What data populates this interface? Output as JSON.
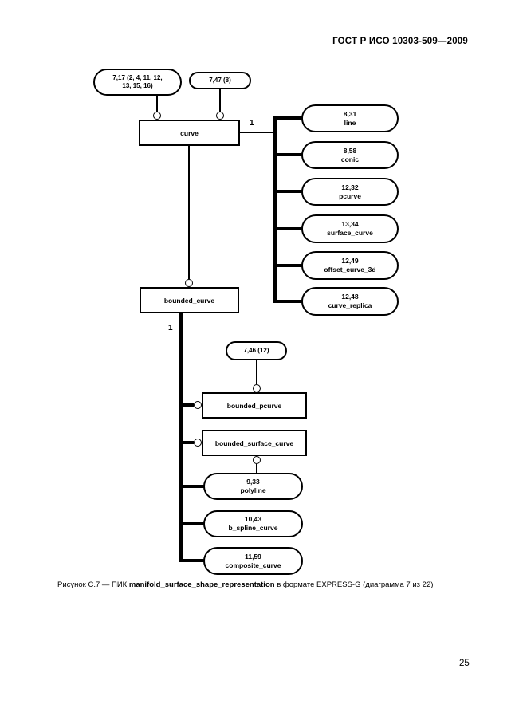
{
  "page": {
    "header": "ГОСТ Р ИСО 10303-509—2009",
    "page_number": "25",
    "caption": {
      "prefix": "Рисунок С.7 — ПИК ",
      "bold": "manifold_surface_shape_representation",
      "suffix": " в формате EXPRESS-G (диаграмма 7 из 22)"
    }
  },
  "diagram": {
    "notation": "EXPRESS-G",
    "page_refs": {
      "curve_multi": "7,17 (2, 4, 11, 12,\n13, 15, 16)",
      "curve_single": "7,47 (8)",
      "bounded_pcurve": "7,46 (12)"
    },
    "entities": {
      "curve": "curve",
      "bounded_curve": "bounded_curve",
      "bounded_pcurve": "bounded_pcurve",
      "bounded_surface_curve": "bounded_surface_curve"
    },
    "labels": {
      "cardinality_right": "1",
      "cardinality_down": "1"
    },
    "curve_subtype_refs": [
      {
        "ref": "8,31",
        "name": "line"
      },
      {
        "ref": "8,58",
        "name": "conic"
      },
      {
        "ref": "12,32",
        "name": "pcurve"
      },
      {
        "ref": "13,34",
        "name": "surface_curve"
      },
      {
        "ref": "12,49",
        "name": "offset_curve_3d"
      },
      {
        "ref": "12,48",
        "name": "curve_replica"
      }
    ],
    "bounded_curve_subtype_refs": [
      {
        "ref": "9,33",
        "name": "polyline"
      },
      {
        "ref": "10,43",
        "name": "b_spline_curve"
      },
      {
        "ref": "11,59",
        "name": "composite_curve"
      }
    ]
  }
}
